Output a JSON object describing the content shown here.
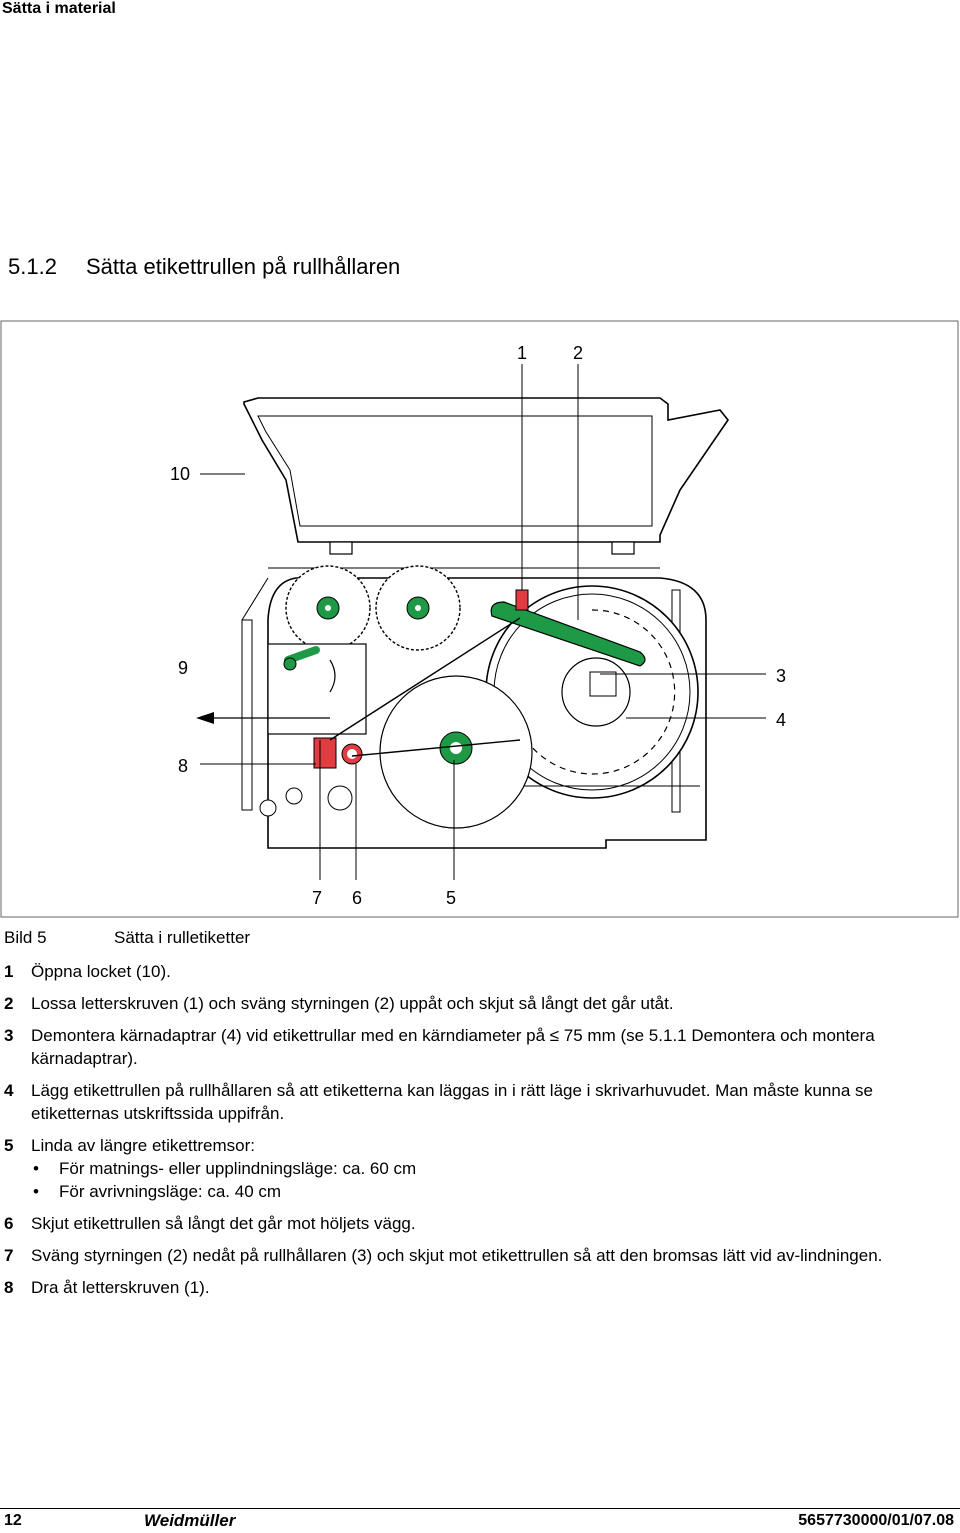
{
  "header": {
    "title": "Sätta i material"
  },
  "section": {
    "number": "5.1.2",
    "title": "Sätta etikettrullen på rullhållaren"
  },
  "figure": {
    "callouts": {
      "c1": "1",
      "c2": "2",
      "c3": "3",
      "c4": "4",
      "c5": "5",
      "c6": "6",
      "c7": "7",
      "c8": "8",
      "c9": "9",
      "c10": "10"
    },
    "colors": {
      "accent_green": "#1e9a46",
      "accent_red": "#e03c41"
    }
  },
  "caption": {
    "label": "Bild 5",
    "text": "Sätta i rulletiketter"
  },
  "steps": [
    {
      "num": "1",
      "text": "Öppna locket (10)."
    },
    {
      "num": "2",
      "text": "Lossa letterskruven (1) och sväng styrningen (2) uppåt och skjut så långt det går utåt."
    },
    {
      "num": "3",
      "text": "Demontera kärnadaptrar (4) vid etikettrullar med en kärndiameter på ≤ 75 mm (se 5.1.1 Demontera och montera kärnadaptrar)."
    },
    {
      "num": "4",
      "text": "Lägg etikettrullen på rullhållaren så att etiketterna kan läggas in i rätt läge i skrivarhuvudet. Man måste kunna se etiketternas utskriftssida uppifrån."
    },
    {
      "num": "5",
      "text": "Linda av längre etikettremsor:",
      "bullets": [
        "För matnings- eller upplindningsläge: ca. 60 cm",
        "För avrivningsläge: ca. 40 cm"
      ]
    },
    {
      "num": "6",
      "text": "Skjut etikettrullen så långt det går mot höljets vägg."
    },
    {
      "num": "7",
      "text": "Sväng styrningen (2) nedåt på rullhållaren (3) och skjut mot etikettrullen så att den bromsas lätt vid av-lindningen."
    },
    {
      "num": "8",
      "text": "Dra åt letterskruven (1)."
    }
  ],
  "footer": {
    "page": "12",
    "brand": "Weidmüller",
    "doc_id": "5657730000/01/07.08"
  }
}
